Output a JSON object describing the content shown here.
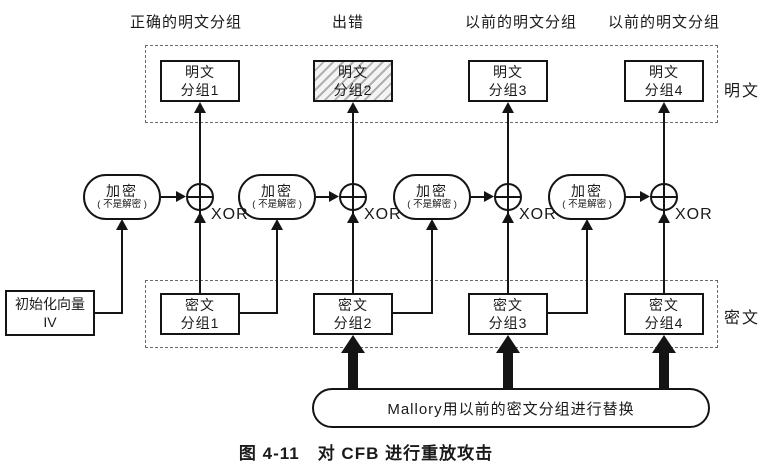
{
  "figure": {
    "top_labels": [
      "正确的明文分组",
      "出错",
      "以前的明文分组",
      "以前的明文分组"
    ],
    "row_labels": {
      "plaintext": "明文",
      "ciphertext": "密文"
    },
    "plain_blocks": [
      "明文\n分组1",
      "明文\n分组2",
      "明文\n分组3",
      "明文\n分组4"
    ],
    "cipher_blocks": [
      "密文\n分组1",
      "密文\n分组2",
      "密文\n分组3",
      "密文\n分组4"
    ],
    "encrypt": {
      "main": "加密",
      "sub": "( 不是解密 )"
    },
    "xor_label": "XOR",
    "iv_label": "初始化向量\nIV",
    "mallory_label": "Mallory用以前的密文分组进行替换",
    "caption": "图 4-11　对 CFB 进行重放攻击",
    "error_block_index": 2,
    "colors": {
      "line": "#141414",
      "dash": "#6b6b6b",
      "hatch": "#787878",
      "background": "#ffffff"
    }
  }
}
